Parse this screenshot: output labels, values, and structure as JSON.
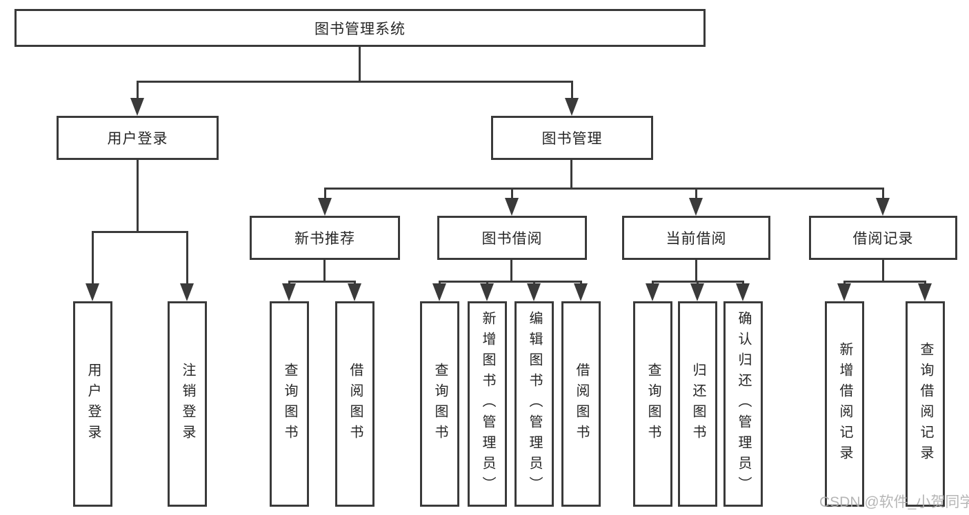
{
  "tree": {
    "label": "图书管理系统",
    "children": [
      {
        "label": "用户登录",
        "children": [
          {
            "label": "用户登录"
          },
          {
            "label": "注销登录"
          }
        ]
      },
      {
        "label": "图书管理",
        "children": [
          {
            "label": "新书推荐",
            "children": [
              {
                "label": "查询图书"
              },
              {
                "label": "借阅图书"
              }
            ]
          },
          {
            "label": "图书借阅",
            "children": [
              {
                "label": "查询图书"
              },
              {
                "label": "新增图书（管理员）"
              },
              {
                "label": "编辑图书（管理员）"
              },
              {
                "label": "借阅图书"
              }
            ]
          },
          {
            "label": "当前借阅",
            "children": [
              {
                "label": "查询图书"
              },
              {
                "label": "归还图书"
              },
              {
                "label": "确认归还（管理员）"
              }
            ]
          },
          {
            "label": "借阅记录",
            "children": [
              {
                "label": "新增借阅记录"
              },
              {
                "label": "查询借阅记录"
              }
            ]
          }
        ]
      }
    ]
  },
  "watermark": {
    "text": "CSDN @软件_小贺同学"
  },
  "colors": {
    "line": "#3a3a3a",
    "text": "#262626",
    "background": "#ffffff",
    "watermark": "#b0b0b0"
  }
}
